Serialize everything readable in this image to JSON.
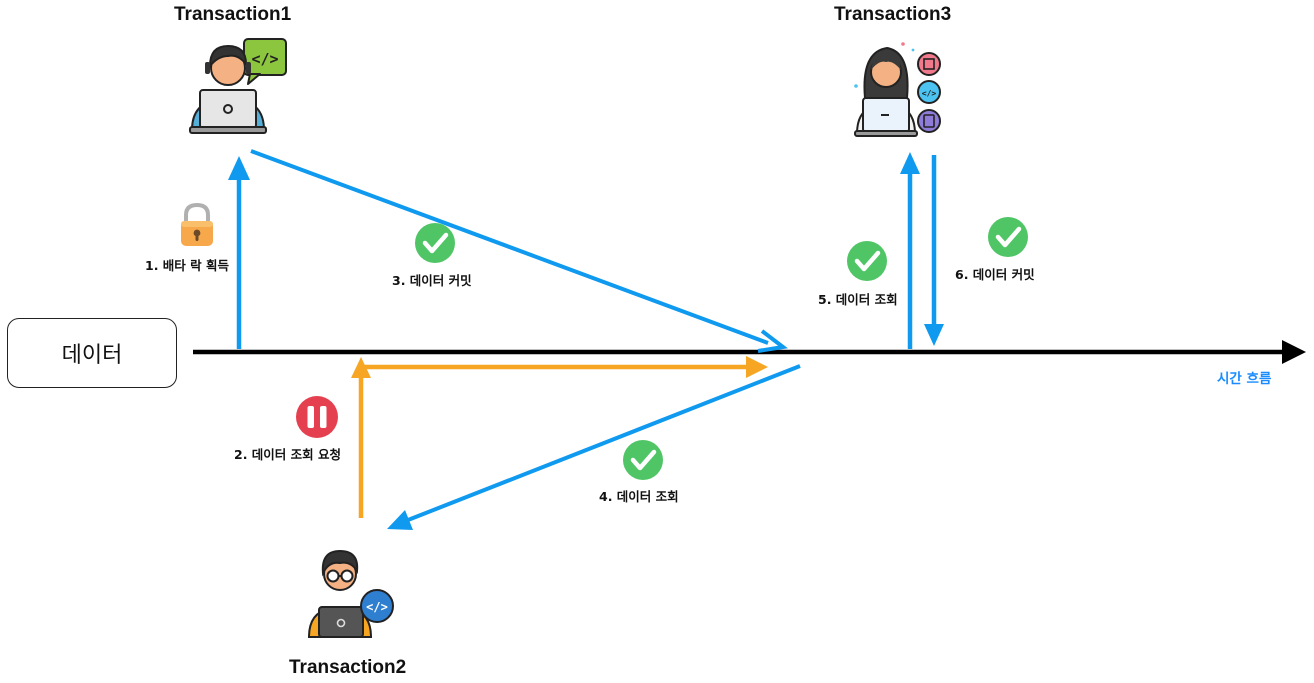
{
  "actors": {
    "t1": {
      "name": "Transaction1",
      "icon": "developer-laptop-code-bubble-icon"
    },
    "t2": {
      "name": "Transaction2",
      "icon": "developer-glasses-laptop-icon"
    },
    "t3": {
      "name": "Transaction3",
      "icon": "female-developer-laptop-icon"
    }
  },
  "data_box": {
    "label": "데이터"
  },
  "timeline": {
    "label": "시간 흐름"
  },
  "steps": {
    "s1": {
      "label": "1. 배타 락 획득",
      "icon": "lock-icon"
    },
    "s2": {
      "label": "2. 데이터 조회 요청",
      "icon": "pause-icon"
    },
    "s3": {
      "label": "3. 데이터 커밋",
      "icon": "check-icon"
    },
    "s4": {
      "label": "4. 데이터 조회",
      "icon": "check-icon"
    },
    "s5": {
      "label": "5. 데이터 조회",
      "icon": "check-icon"
    },
    "s6": {
      "label": "6. 데이터 커밋",
      "icon": "check-icon"
    }
  },
  "colors": {
    "blue": "#0f9af0",
    "orange": "#f6a623",
    "green": "#4fc566",
    "red": "#e5404f",
    "timeline": "#000000"
  }
}
